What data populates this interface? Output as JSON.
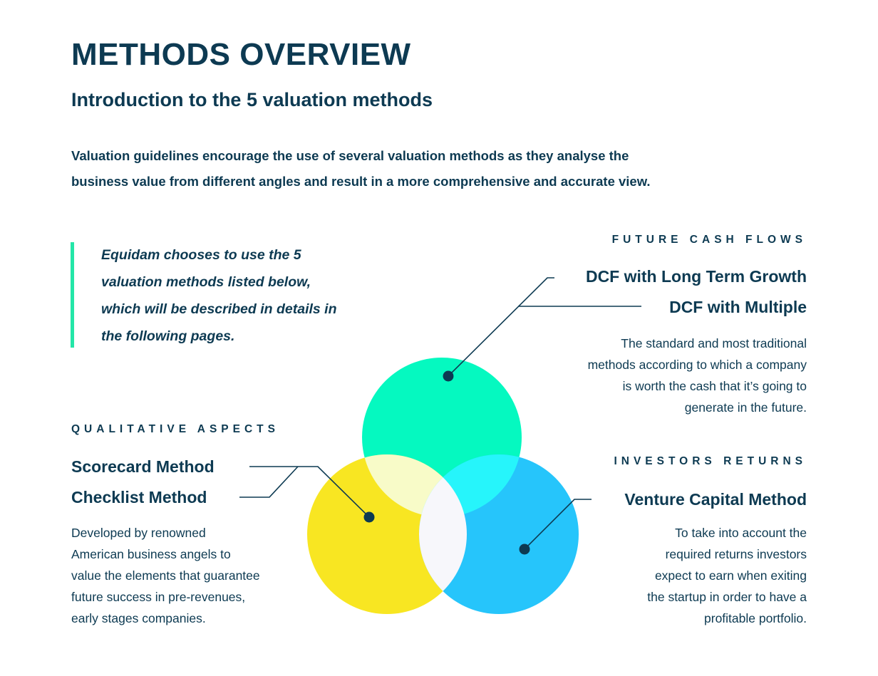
{
  "header": {
    "title": "METHODS OVERVIEW",
    "subtitle": "Introduction to the 5 valuation methods",
    "intro_lines": [
      "Valuation guidelines encourage the use of several valuation methods as they analyse the",
      "business value from different angles and result in a more comprehensive and accurate view."
    ]
  },
  "quote": {
    "lines": [
      "Equidam chooses to use the 5",
      "valuation methods listed below,",
      "which will be described in details in",
      "the following pages."
    ],
    "accent_color": "#24e6a8"
  },
  "groups": {
    "future_cash_flows": {
      "category": "FUTURE CASH FLOWS",
      "methods": [
        "DCF with Long Term Growth",
        "DCF with Multiple"
      ],
      "description_lines": [
        "The standard and most traditional",
        "methods according to which a company",
        "is worth the cash that it’s going to",
        "generate in the future."
      ],
      "color": "#05f9c0"
    },
    "qualitative_aspects": {
      "category": "QUALITATIVE ASPECTS",
      "methods": [
        "Scorecard Method",
        "Checklist Method"
      ],
      "description_lines": [
        "Developed by renowned",
        "American business angels to",
        "value the elements that guarantee",
        "future success in pre-revenues,",
        "early stages companies."
      ],
      "color": "#f8e622"
    },
    "investors_returns": {
      "category": "INVESTORS RETURNS",
      "methods": [
        "Venture Capital Method"
      ],
      "description_lines": [
        "To take into account the",
        "required returns investors",
        "expect to earn when exiting",
        "the startup in order to have a",
        "profitable portfolio."
      ],
      "color": "#26c5fb"
    }
  },
  "colors": {
    "text": "#0d3a52",
    "overlap_green_yellow": "#f8fbc8",
    "overlap_green_blue": "#26f5fb",
    "overlap_center": "#f7f7fb"
  }
}
